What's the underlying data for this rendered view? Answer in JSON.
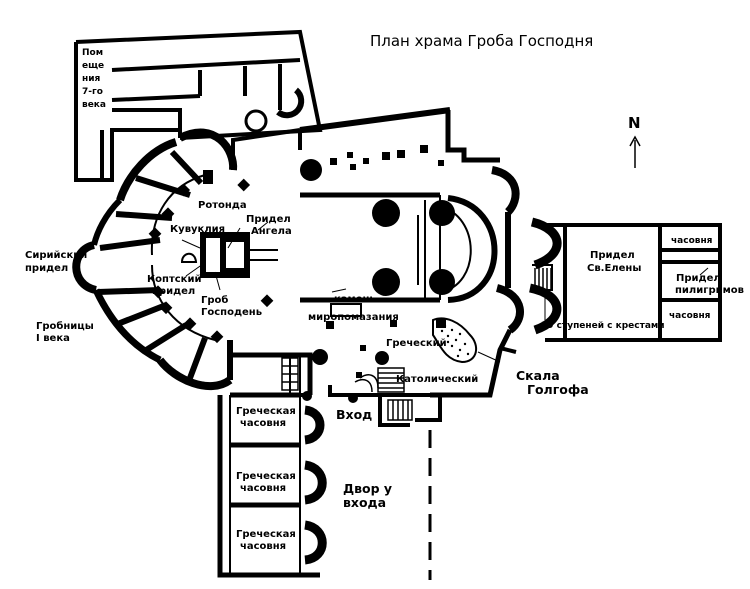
{
  "title": "План храма Гроба Господня",
  "compass": {
    "letter": "N"
  },
  "labels": {
    "pomesheniya": [
      "Пом",
      "еще",
      "ния",
      "7-го",
      "века"
    ],
    "rotonda": "Ротонда",
    "kuvukliya": "Кувуклия",
    "pridel_angela": [
      "Придел",
      "Ангела"
    ],
    "siriyskiy": [
      "Сирийский",
      "придел"
    ],
    "koptskiy": [
      "Коптский",
      "придел"
    ],
    "grob": [
      "Гроб",
      "Господень"
    ],
    "grobnitsy": [
      "Гробницы",
      "I века"
    ],
    "kamen": "камень",
    "miropomazaniya": "миропомазания",
    "grecheskiy": "Греческий",
    "katolicheskiy": "Католический",
    "skala": [
      "Скала",
      "Голгофа"
    ],
    "vkhod": "Вход",
    "dvor": [
      "Двор у",
      "входа"
    ],
    "greek_chapel": [
      "Греческая",
      "часовня"
    ],
    "pridel_eleny": [
      "Придел",
      "Св.Елены"
    ],
    "chasovnya": "часовня",
    "pridel_piligrimov": [
      "Придел",
      "пилигримов"
    ],
    "stupeni": "29 ступеней с крестами"
  }
}
